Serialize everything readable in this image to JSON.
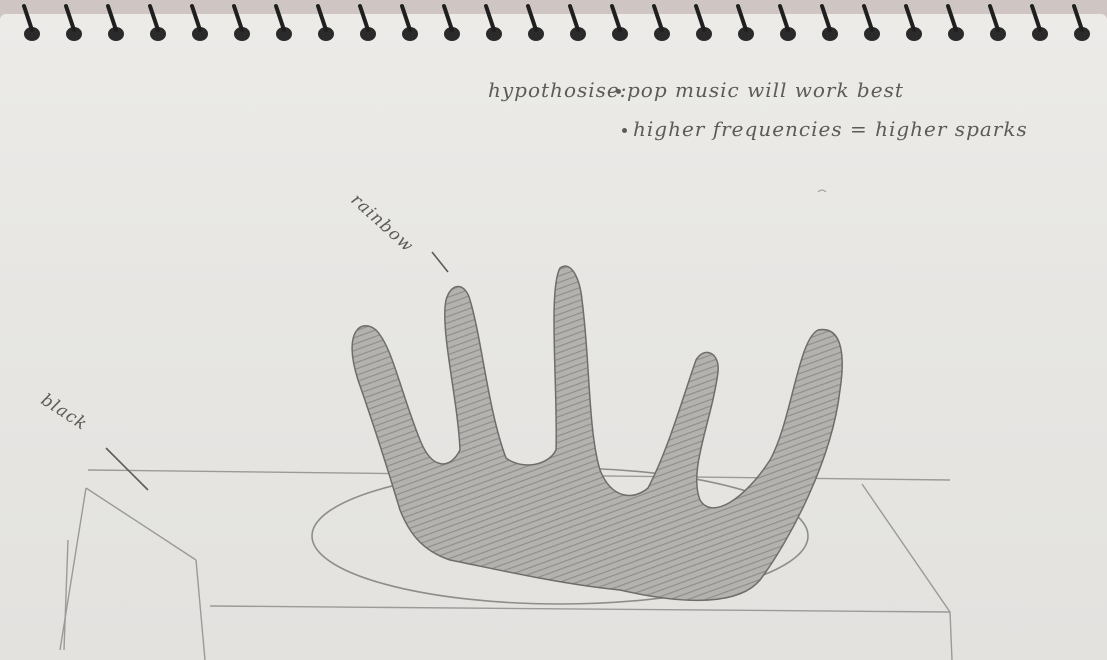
{
  "notebook": {
    "hypothesis_label": "hypothosise:",
    "hypotheses": [
      "pop music will work best",
      "higher frequencies = higher sparks"
    ],
    "labels": {
      "rainbow": "rainbow",
      "black": "black"
    }
  },
  "colors": {
    "paper": "#e9e8e5",
    "pencil": "#5d5b58",
    "shading": "#9a9895"
  }
}
